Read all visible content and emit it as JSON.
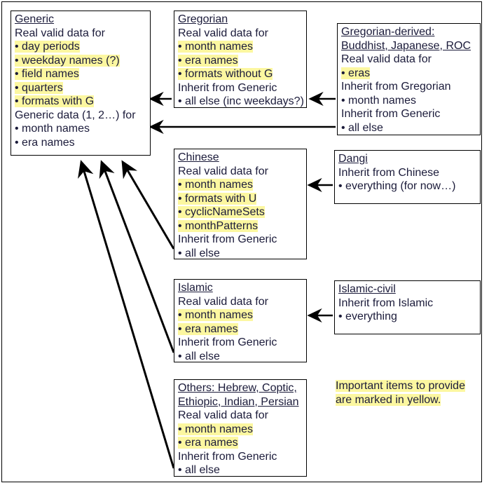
{
  "legend": {
    "lines": [
      "Important items to provide",
      "are marked in yellow."
    ]
  },
  "colors": {
    "highlight": "#fcf7a0",
    "text": "#1b1b3a",
    "stroke": "#000000",
    "background": "#ffffff"
  },
  "boxes": {
    "generic": {
      "title": "Generic",
      "lines": [
        {
          "text": "Real valid data for",
          "highlight": false
        },
        {
          "text": "• day periods",
          "highlight": true
        },
        {
          "text": "• weekday names (?)",
          "highlight": true
        },
        {
          "text": "• field names",
          "highlight": true
        },
        {
          "text": "• quarters",
          "highlight": true
        },
        {
          "text": "• formats with G",
          "highlight": true
        },
        {
          "text": "Generic data (1, 2…) for",
          "highlight": false
        },
        {
          "text": "• month names",
          "highlight": false
        },
        {
          "text": "• era names",
          "highlight": false
        }
      ]
    },
    "gregorian": {
      "title": "Gregorian",
      "lines": [
        {
          "text": "Real valid data for",
          "highlight": false
        },
        {
          "text": "• month names",
          "highlight": true
        },
        {
          "text": "• era names",
          "highlight": true
        },
        {
          "text": "• formats without G",
          "highlight": true
        },
        {
          "text": "Inherit from Generic",
          "highlight": false
        },
        {
          "text": "• all else (inc weekdays?)",
          "highlight": false
        }
      ]
    },
    "gregorian_derived": {
      "title": "Gregorian-derived:",
      "title2": "Buddhist, Japanese, ROC",
      "lines": [
        {
          "text": "Real valid data for",
          "highlight": false
        },
        {
          "text": "• eras",
          "highlight": true
        },
        {
          "text": "Inherit from Gregorian",
          "highlight": false
        },
        {
          "text": "• month names",
          "highlight": false
        },
        {
          "text": "Inherit from Generic",
          "highlight": false
        },
        {
          "text": "• all else",
          "highlight": false
        }
      ]
    },
    "chinese": {
      "title": "Chinese",
      "lines": [
        {
          "text": "Real valid data for",
          "highlight": false
        },
        {
          "text": "• month names",
          "highlight": true
        },
        {
          "text": "• formats with U",
          "highlight": true
        },
        {
          "text": "• cyclicNameSets",
          "highlight": true
        },
        {
          "text": "• monthPatterns",
          "highlight": true
        },
        {
          "text": "Inherit from Generic",
          "highlight": false
        },
        {
          "text": "• all else",
          "highlight": false
        }
      ]
    },
    "dangi": {
      "title": "Dangi",
      "lines": [
        {
          "text": "Inherit from Chinese",
          "highlight": false
        },
        {
          "text": "• everything (for now…)",
          "highlight": false
        }
      ]
    },
    "islamic": {
      "title": "Islamic",
      "lines": [
        {
          "text": "Real valid data for",
          "highlight": false
        },
        {
          "text": "• month names",
          "highlight": true
        },
        {
          "text": "• era names",
          "highlight": true
        },
        {
          "text": "Inherit from Generic",
          "highlight": false
        },
        {
          "text": "• all else",
          "highlight": false
        }
      ]
    },
    "islamic_civil": {
      "title": "Islamic-civil",
      "lines": [
        {
          "text": "Inherit from Islamic",
          "highlight": false
        },
        {
          "text": "• everything",
          "highlight": false
        }
      ]
    },
    "others": {
      "title": "Others: Hebrew, Coptic,",
      "title2": "Ethiopic, Indian, Persian",
      "lines": [
        {
          "text": "Real valid data for",
          "highlight": false
        },
        {
          "text": "• month names",
          "highlight": true
        },
        {
          "text": "• era names",
          "highlight": true
        },
        {
          "text": "Inherit from Generic",
          "highlight": false
        },
        {
          "text": "• all else",
          "highlight": false
        }
      ]
    }
  },
  "arrows": [
    {
      "name": "gregorian-to-generic",
      "from": "gregorian",
      "to": "generic"
    },
    {
      "name": "gregorian-derived-to-gregorian",
      "from": "gregorian_derived",
      "to": "gregorian"
    },
    {
      "name": "gregorian-derived-to-generic",
      "from": "gregorian_derived",
      "to": "generic"
    },
    {
      "name": "dangi-to-chinese",
      "from": "dangi",
      "to": "chinese"
    },
    {
      "name": "chinese-to-generic",
      "from": "chinese",
      "to": "generic"
    },
    {
      "name": "islamic-civil-to-islamic",
      "from": "islamic_civil",
      "to": "islamic"
    },
    {
      "name": "islamic-to-generic",
      "from": "islamic",
      "to": "generic"
    },
    {
      "name": "others-to-generic",
      "from": "others",
      "to": "generic"
    }
  ]
}
